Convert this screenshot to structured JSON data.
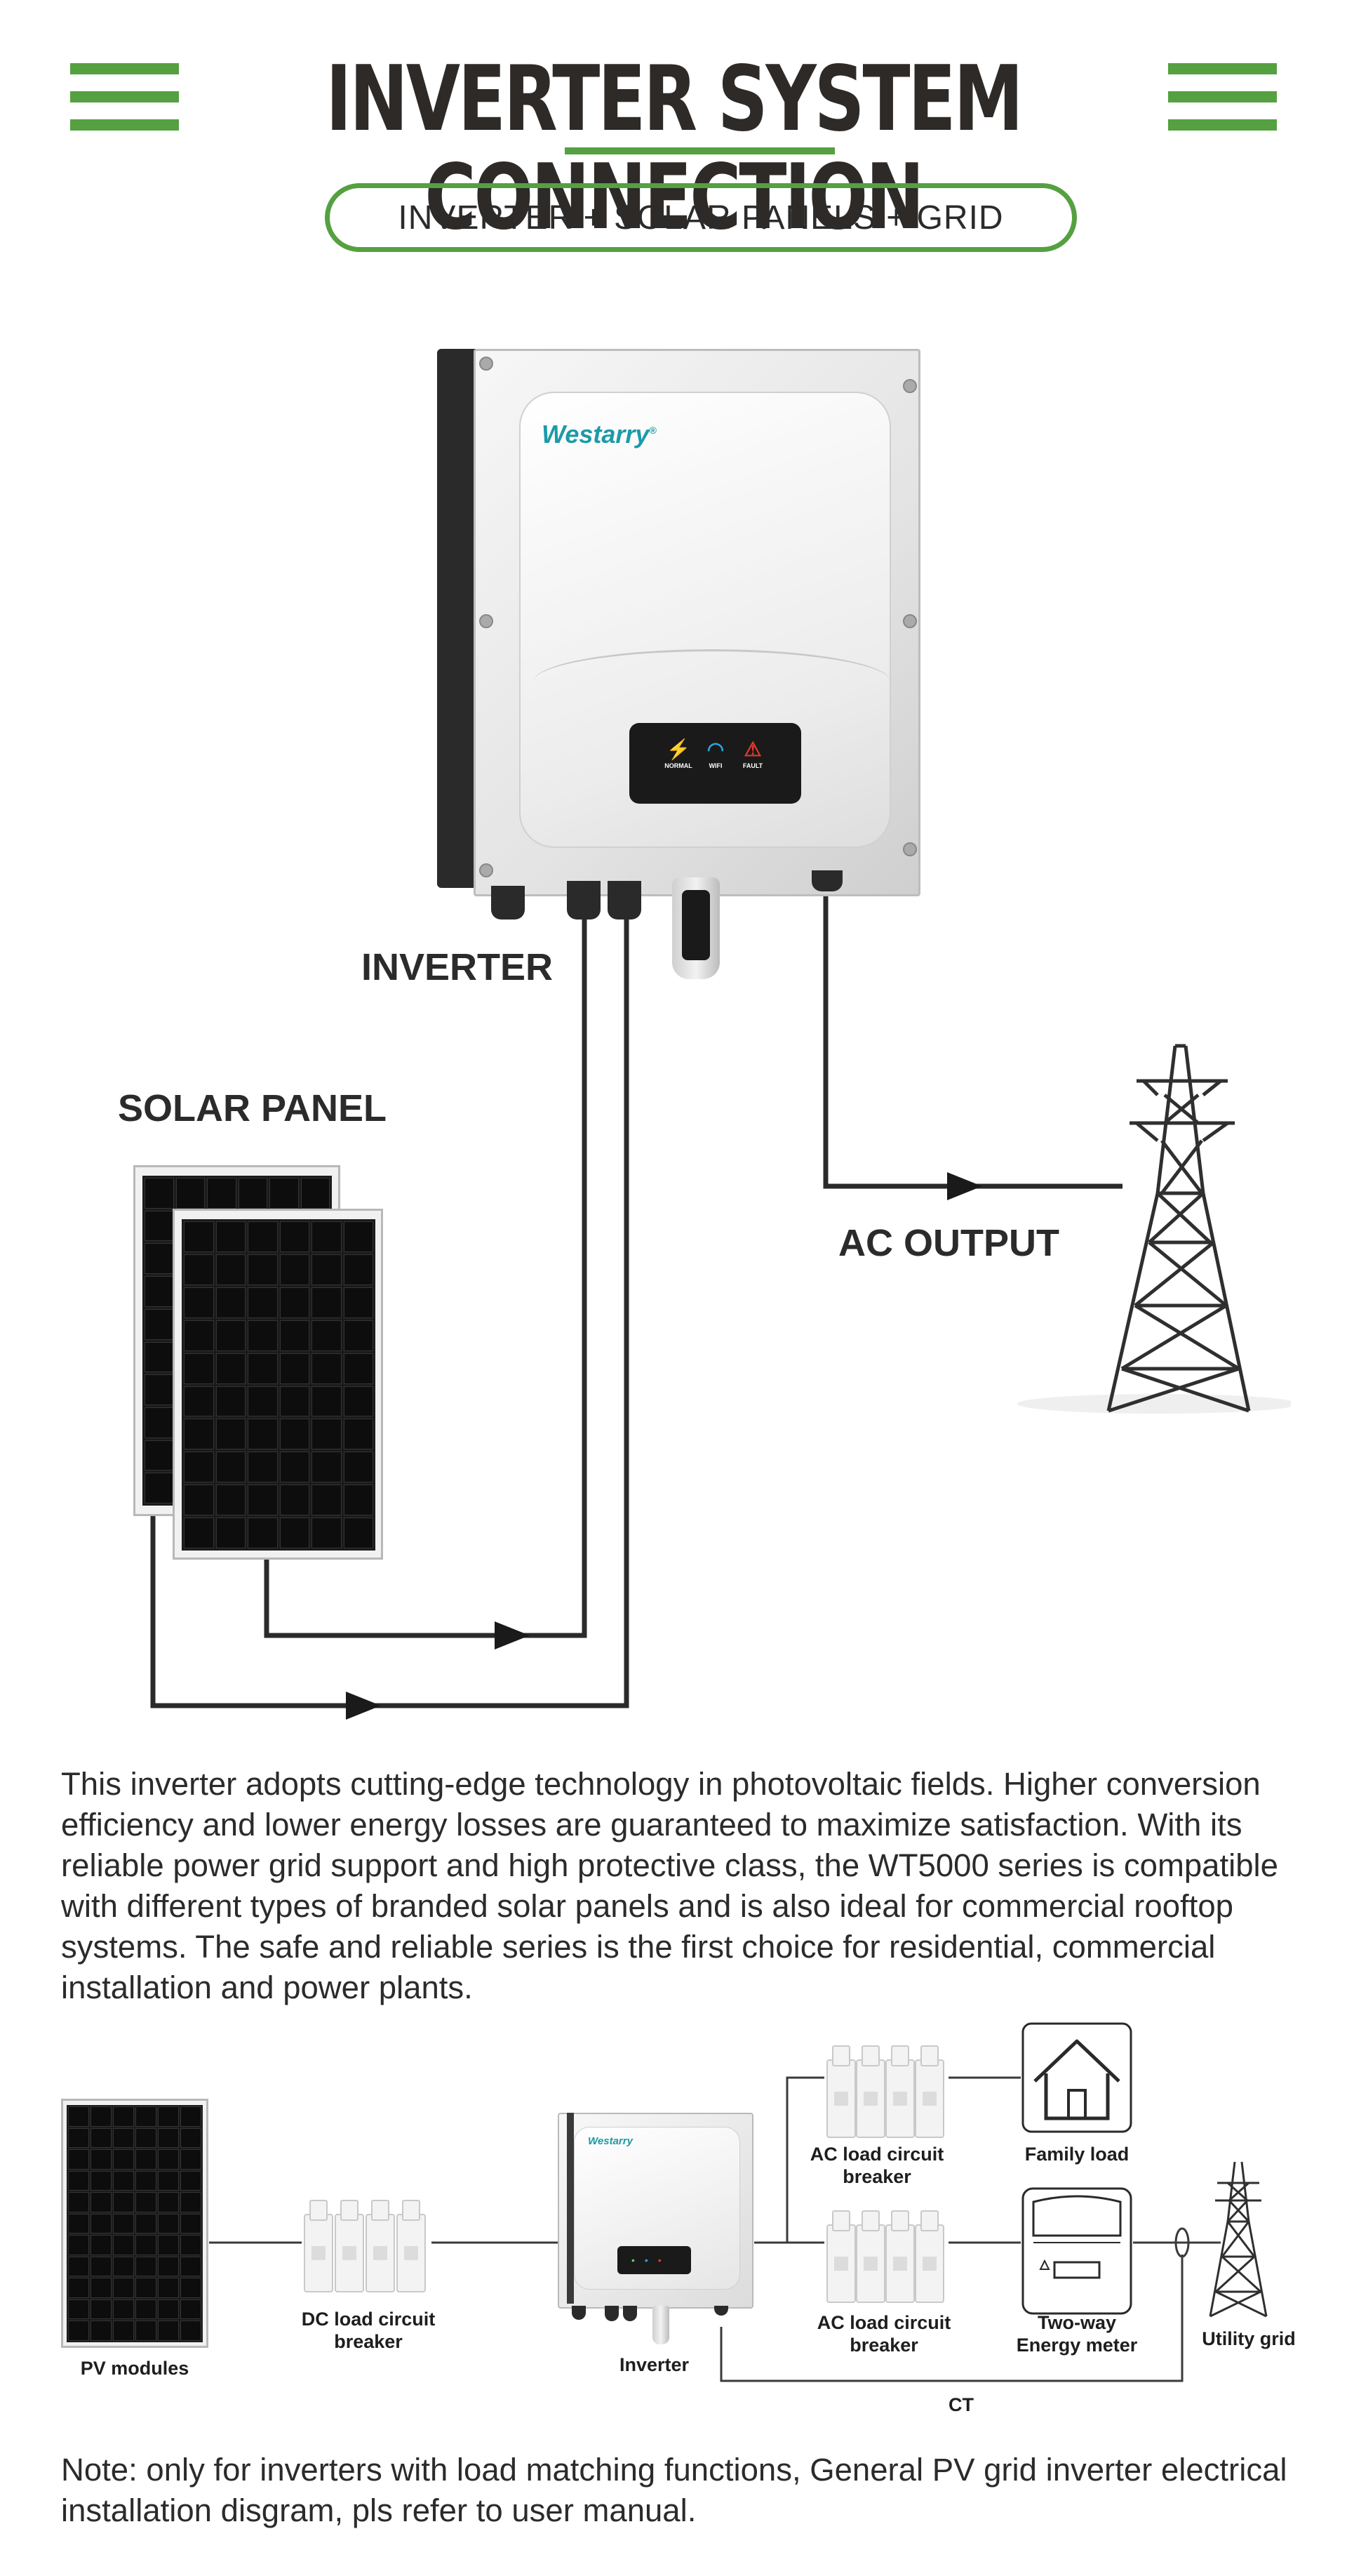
{
  "header": {
    "title": "INVERTER SYSTEM CONNECTION",
    "subtitle": "INVERTER + SOLAR PANELS + GRID"
  },
  "inverter": {
    "brand": "Westarry",
    "registered_mark": "®",
    "indicators": [
      {
        "label": "NORMAL",
        "icon": "lightning-icon",
        "color": "#3fbf3f"
      },
      {
        "label": "WIFI",
        "icon": "wifi-icon",
        "color": "#2aa7e0"
      },
      {
        "label": "FAULT",
        "icon": "warning-icon",
        "color": "#e03a2a"
      }
    ]
  },
  "labels": {
    "inverter": "INVERTER",
    "solar_panel": "SOLAR PANEL",
    "ac_output": "AC OUTPUT"
  },
  "description": "This inverter adopts cutting-edge technology in photovoltaic fields. Higher conversion efficiency and lower energy losses are guaranteed to maximize satisfaction. With its reliable power grid support and high protective class, the WT5000 series is compatible with different types of branded solar panels and is also ideal for commercial rooftop systems. The safe and reliable series is the first choice for residential, commercial installation and power plants.",
  "wiring_diagram": {
    "pv_modules": "PV modules",
    "dc_breaker_line1": "DC load circuit",
    "dc_breaker_line2": "breaker",
    "inverter": "Inverter",
    "inverter_brand": "Westarry",
    "ac_breaker_top_line1": "AC load circuit",
    "ac_breaker_top_line2": "breaker",
    "ac_breaker_bottom_line1": "AC load circuit",
    "ac_breaker_bottom_line2": "breaker",
    "family_load": "Family load",
    "meter_line1": "Two-way",
    "meter_line2": "Energy meter",
    "utility_grid": "Utility grid",
    "ct": "CT"
  },
  "note": "Note: only for inverters with load matching functions, General PV grid inverter electrical installation disgram, pls refer to user manual.",
  "colors": {
    "accent_green": "#55a040",
    "brand_teal": "#1d9aa8",
    "text_dark": "#2b2b2b"
  }
}
